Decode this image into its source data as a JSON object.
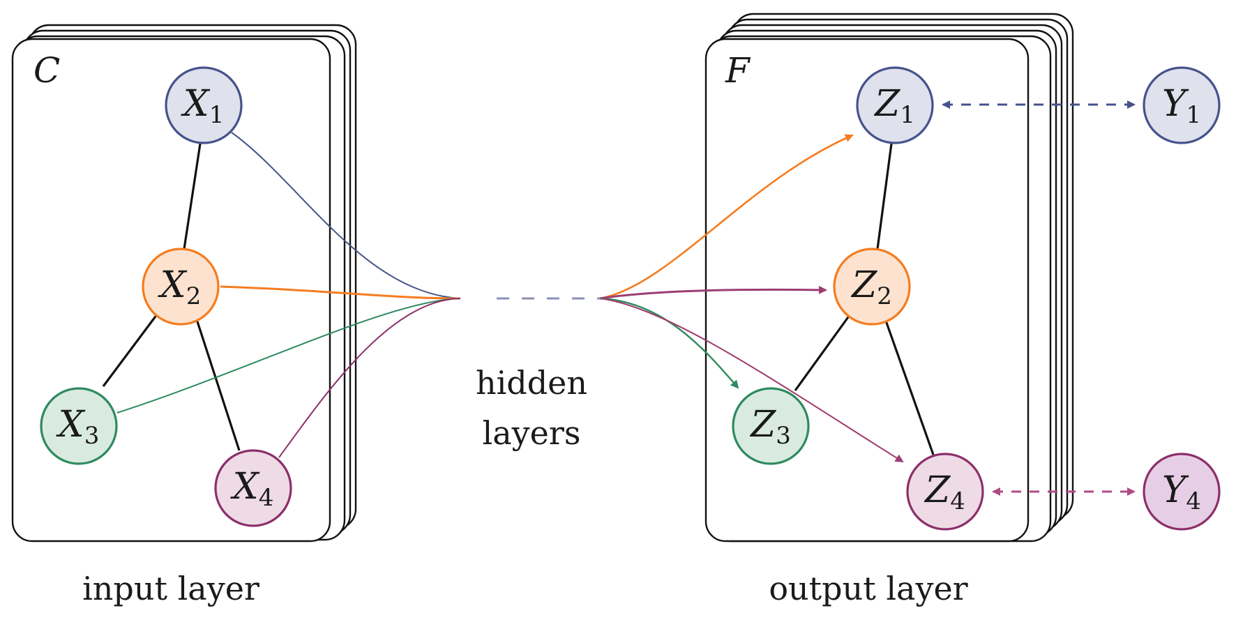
{
  "input_group": {
    "corner_label": "C",
    "caption": "input layer",
    "nodes": [
      {
        "letter": "X",
        "sub": "1",
        "color": "#46528c",
        "fill": "#dfe1ec"
      },
      {
        "letter": "X",
        "sub": "2",
        "color": "#f57c1f",
        "fill": "#fde3cf"
      },
      {
        "letter": "X",
        "sub": "3",
        "color": "#2e8a5e",
        "fill": "#d9ebe1"
      },
      {
        "letter": "X",
        "sub": "4",
        "color": "#8c2f6a",
        "fill": "#eedbe6"
      }
    ]
  },
  "hidden": {
    "line1": "hidden",
    "line2": "layers"
  },
  "output_group": {
    "corner_label": "F",
    "caption": "output layer",
    "nodes": [
      {
        "letter": "Z",
        "sub": "1",
        "color": "#46528c",
        "fill": "#dfe1ec"
      },
      {
        "letter": "Z",
        "sub": "2",
        "color": "#f57c1f",
        "fill": "#fde3cf"
      },
      {
        "letter": "Z",
        "sub": "3",
        "color": "#2e8a5e",
        "fill": "#d9ebe1"
      },
      {
        "letter": "Z",
        "sub": "4",
        "color": "#8c2f6a",
        "fill": "#eedbe6"
      }
    ]
  },
  "targets": [
    {
      "letter": "Y",
      "sub": "1",
      "color": "#46528c",
      "fill": "#dfe1ec"
    },
    {
      "letter": "Y",
      "sub": "4",
      "color": "#8c2f6a",
      "fill": "#e6cfe6"
    }
  ],
  "colors": {
    "blue": "#46528c",
    "orange": "#f57c1f",
    "green": "#2e8a5e",
    "magenta": "#8c2f6a",
    "pink": "#b04a85",
    "hidden_dash": "#8a90b8"
  }
}
